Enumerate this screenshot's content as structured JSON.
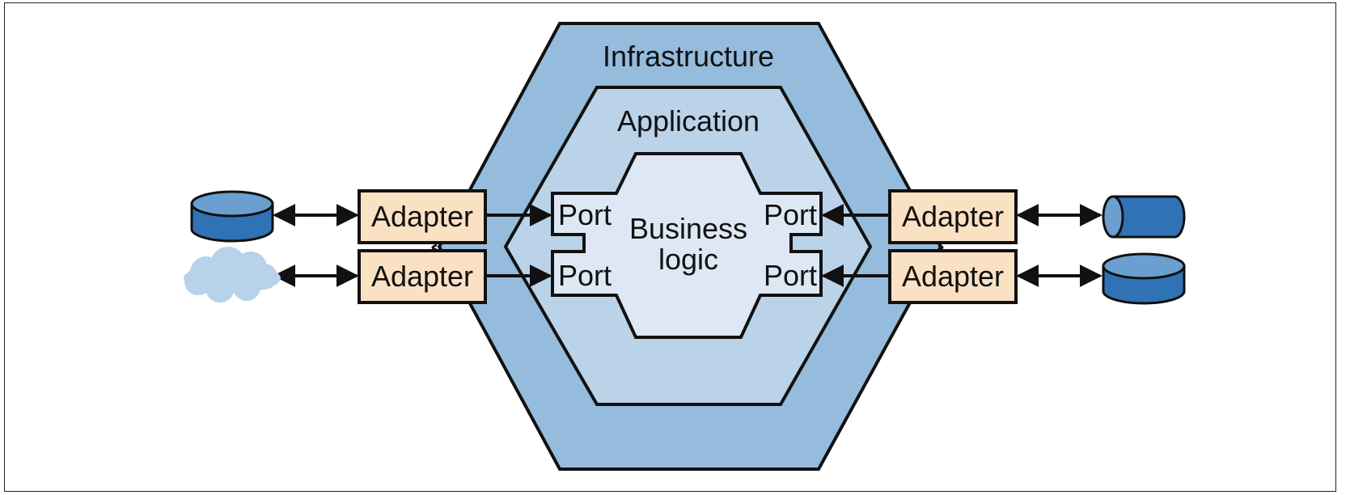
{
  "layers": {
    "infrastructure": "Infrastructure",
    "application": "Application",
    "business_logic": [
      "Business",
      "logic"
    ]
  },
  "ports": {
    "left_top": "Port",
    "left_bottom": "Port",
    "right_top": "Port",
    "right_bottom": "Port"
  },
  "adapters": {
    "left_top": "Adapter",
    "left_bottom": "Adapter",
    "right_top": "Adapter",
    "right_bottom": "Adapter"
  },
  "external": {
    "left_top": "database-icon",
    "left_bottom": "cloud-icon",
    "right_top": "cylinder-icon",
    "right_bottom": "database-icon"
  },
  "colors": {
    "infrastructure": "#95bcdc",
    "application": "#bad3e9",
    "business_logic": "#dde8f4",
    "adapter": "#fbe1c3",
    "database": "#2f72b5",
    "database_top": "#6a9fd0",
    "cloud": "#b7d2ea"
  }
}
